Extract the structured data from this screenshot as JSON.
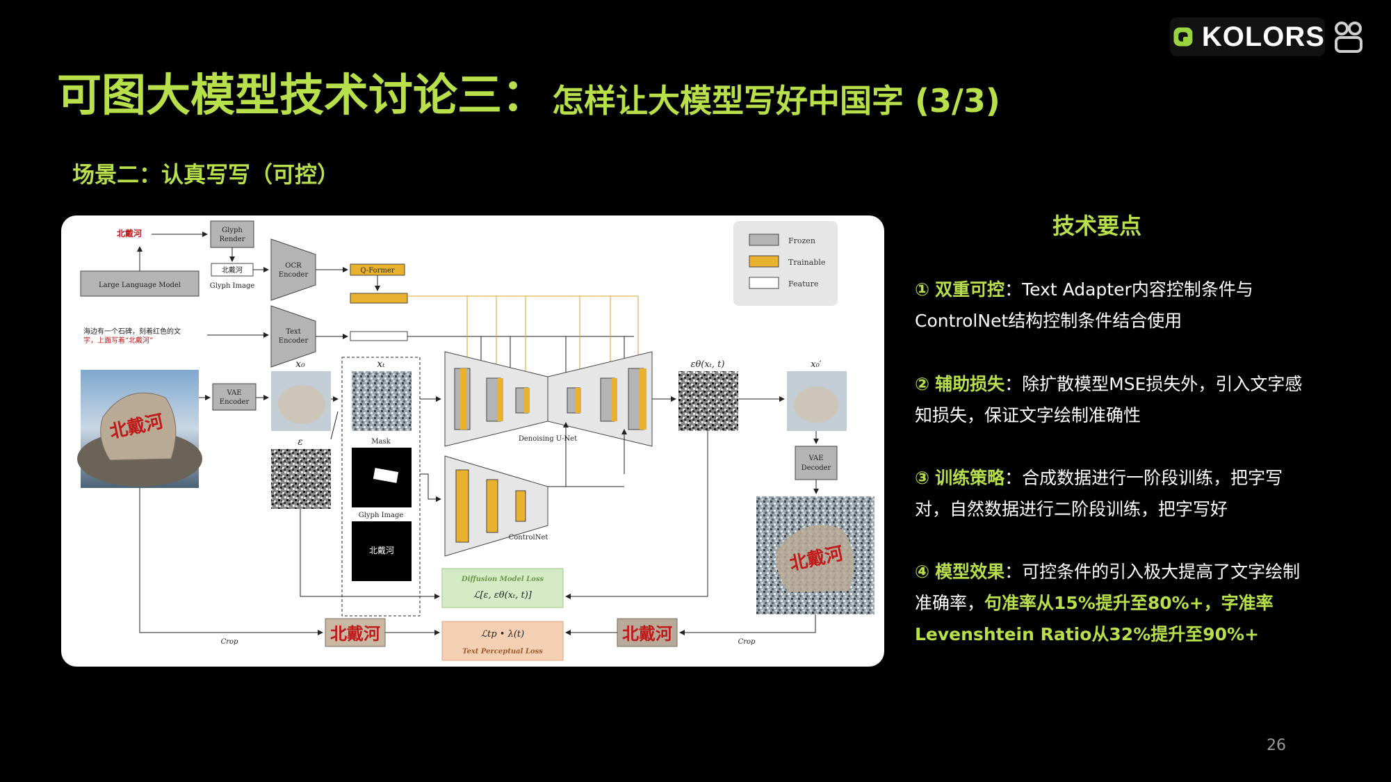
{
  "logo": {
    "text": "KOLORS",
    "accent": "#9ad342"
  },
  "title": {
    "main": "可图大模型技术讨论三：",
    "sub": "怎样让大模型写好中国字 (3/3)"
  },
  "scene": "场景二：认真写写（可控）",
  "diagram": {
    "legend": {
      "frozen": "Frozen",
      "trainable": "Trainable",
      "feature": "Feature"
    },
    "llm_output": "北戴河",
    "glyph_render": [
      "Glyph",
      "Render"
    ],
    "glyph_text": "北戴河",
    "glyph_image_label": "Glyph Image",
    "llm": "Large Language Model",
    "ocr_encoder": [
      "OCR",
      "Encoder"
    ],
    "qformer": "Q-Former",
    "prompt": [
      "海边有一个石碑，刻着红色的文",
      "字，上面写着“北戴河”"
    ],
    "text_encoder": [
      "Text",
      "Encoder"
    ],
    "vae_encoder": [
      "VAE",
      "Encoder"
    ],
    "x0": "x₀",
    "xt": "xₜ",
    "eps": "ε",
    "mask_label": "Mask",
    "glyph_image_label2": "Glyph Image",
    "glyph_small": "北戴河",
    "unet_label": "Denoising U-Net",
    "controlnet_label": "ControlNet",
    "eps_theta": "εθ(xₜ, t)",
    "x0_prime": "x₀′",
    "vae_decoder": [
      "VAE",
      "Decoder"
    ],
    "diffusion_loss_title": "Diffusion Model Loss",
    "diffusion_loss_formula": "ℒ[ε, εθ(xₜ, t)]",
    "text_loss_formula": "ℒtp • λ(t)",
    "text_loss_title": "Text Perceptual Loss",
    "crop_left": "Crop",
    "crop_right": "Crop",
    "crop_text": "北戴河",
    "stele_text": "北戴河"
  },
  "key_points": {
    "title": "技术要点",
    "items": [
      {
        "num": "①",
        "head": "双重可控",
        "body": "：Text Adapter内容控制条件与ControlNet结构控制条件结合使用"
      },
      {
        "num": "②",
        "head": "辅助损失",
        "body": "：除扩散模型MSE损失外，引入文字感知损失，保证文字绘制准确性"
      },
      {
        "num": "③",
        "head": "训练策略",
        "body": "：合成数据进行一阶段训练，把字写对，自然数据进行二阶段训练，把字写好"
      },
      {
        "num": "④",
        "head": "模型效果",
        "body": "：可控条件的引入极大提高了文字绘制准确率，",
        "emph": "句准率从15%提升至80%+，字准率Levenshtein Ratio从32%提升至90%+"
      }
    ]
  },
  "page_number": "26",
  "colors": {
    "accent": "#b7e04a",
    "trainable": "#e8b230",
    "frozen": "#b4b4b4"
  }
}
